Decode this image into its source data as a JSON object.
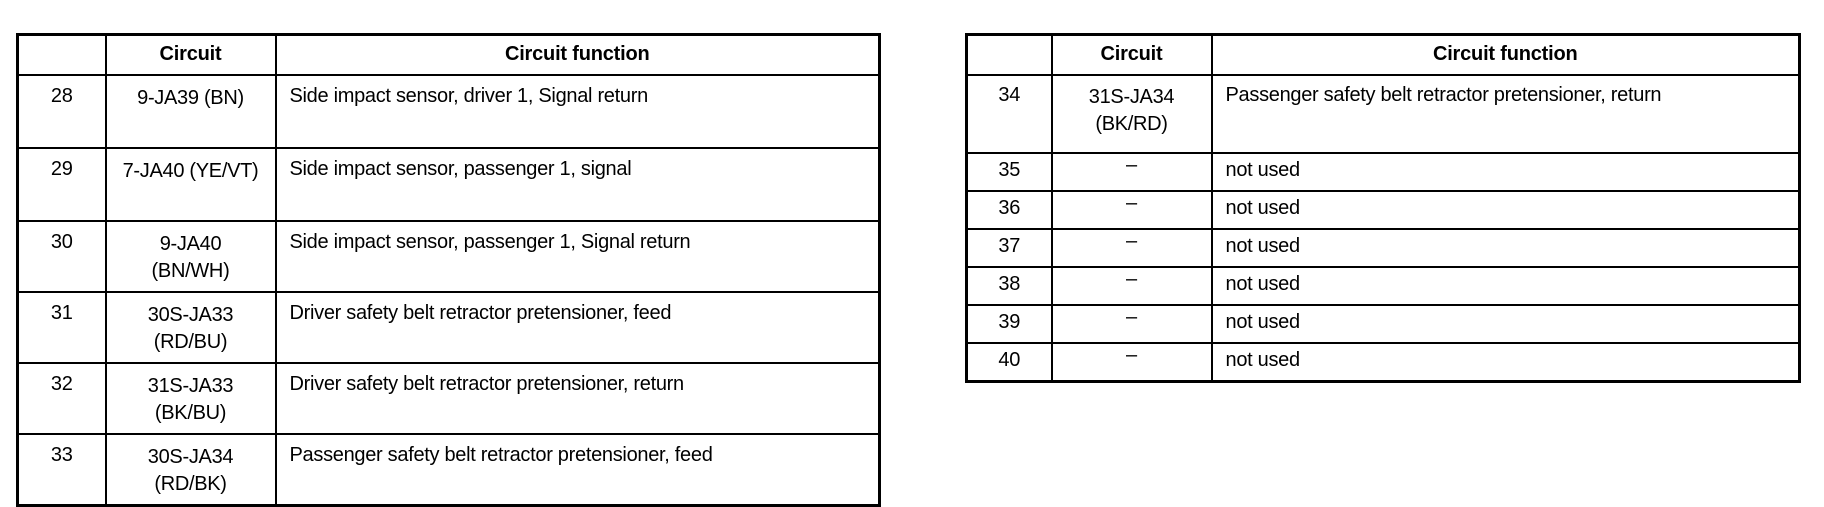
{
  "document": {
    "kind": "wiring-connector-pinout-tables",
    "table_count": 2
  },
  "tables": [
    {
      "id": "left",
      "headers": {
        "pin": "",
        "circuit": "Circuit",
        "function": "Circuit function"
      },
      "rows": [
        {
          "pin": "28",
          "circuit_line1": "9-JA39 (BN)",
          "circuit_line2": "",
          "function": "Side impact sensor, driver 1, Signal return"
        },
        {
          "pin": "29",
          "circuit_line1": "7-JA40 (YE/VT)",
          "circuit_line2": "",
          "function": "Side impact sensor, passenger 1, signal"
        },
        {
          "pin": "30",
          "circuit_line1": "9-JA40",
          "circuit_line2": "(BN/WH)",
          "function": "Side impact sensor, passenger 1, Signal return"
        },
        {
          "pin": "31",
          "circuit_line1": "30S-JA33",
          "circuit_line2": "(RD/BU)",
          "function": "Driver safety belt retractor pretensioner, feed"
        },
        {
          "pin": "32",
          "circuit_line1": "31S-JA33",
          "circuit_line2": "(BK/BU)",
          "function": "Driver safety belt retractor pretensioner, return"
        },
        {
          "pin": "33",
          "circuit_line1": "30S-JA34",
          "circuit_line2": "(RD/BK)",
          "function": "Passenger safety belt retractor pretensioner, feed"
        }
      ]
    },
    {
      "id": "right",
      "headers": {
        "pin": "",
        "circuit": "Circuit",
        "function": "Circuit function"
      },
      "rows": [
        {
          "pin": "34",
          "circuit_line1": "31S-JA34",
          "circuit_line2": "(BK/RD)",
          "function": "Passenger safety belt retractor pretensioner, return"
        },
        {
          "pin": "35",
          "circuit_line1": "–",
          "circuit_line2": "",
          "function": "not used"
        },
        {
          "pin": "36",
          "circuit_line1": "–",
          "circuit_line2": "",
          "function": "not used"
        },
        {
          "pin": "37",
          "circuit_line1": "–",
          "circuit_line2": "",
          "function": "not used"
        },
        {
          "pin": "38",
          "circuit_line1": "–",
          "circuit_line2": "",
          "function": "not used"
        },
        {
          "pin": "39",
          "circuit_line1": "–",
          "circuit_line2": "",
          "function": "not used"
        },
        {
          "pin": "40",
          "circuit_line1": "–",
          "circuit_line2": "",
          "function": "not used"
        }
      ]
    }
  ],
  "colors": {
    "ink": "#000000",
    "paper": "#ffffff"
  }
}
